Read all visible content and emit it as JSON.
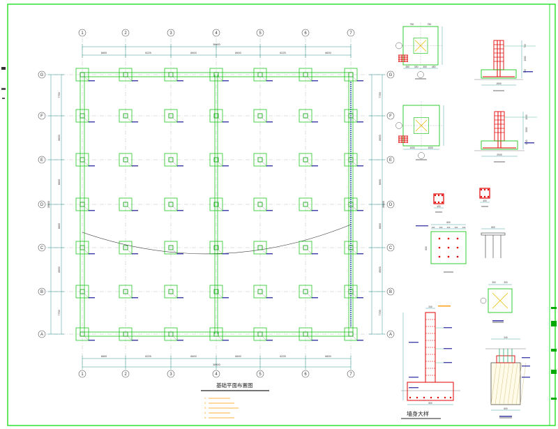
{
  "drawing": {
    "plan_title": "基础平面布置图",
    "detail_title": "墙身大样",
    "notes": [
      "1.",
      "2.",
      "3.",
      "4.",
      "5."
    ]
  },
  "axes": {
    "columns": [
      "1",
      "2",
      "3",
      "4",
      "5",
      "6",
      "7"
    ],
    "rows": [
      "G",
      "F",
      "E",
      "D",
      "C",
      "B",
      "A"
    ],
    "spans_top": [
      "6600",
      "6225",
      "6600",
      "6600",
      "6225",
      "6600"
    ],
    "total_top": "38400",
    "spans_left": [
      "7750",
      "6600",
      "6600",
      "6600",
      "6600",
      "7750"
    ],
    "total_left": "39600"
  },
  "details": {
    "d1_dims_top": [
      "750",
      "750"
    ],
    "d1_dims_bottom": [
      "450",
      "300",
      "300",
      "450"
    ],
    "d1_side_dims": [
      "750",
      "1500",
      "750"
    ],
    "d1_section_width": "1500",
    "d2_dims_bottom": [
      "1000",
      "1000"
    ],
    "d2_side_dims": [
      "1000",
      "2000",
      "1000"
    ],
    "d2_section_width": "2000",
    "col_small_dims": [
      "400",
      "400"
    ],
    "plate_dims": [
      "800",
      "100",
      "200",
      "200",
      "200",
      "100"
    ],
    "plate_side": [
      "600"
    ],
    "anchor_dims": [
      "300",
      "300"
    ],
    "wall_top": "240",
    "base_dims": [
      "240",
      "600"
    ]
  },
  "colors": {
    "frame": "#00dd00",
    "grid_line": "#00c000",
    "axis_bubble": "#555555",
    "dimension": "#007a7a",
    "rebar": "#e00000",
    "label": "#ff9900",
    "cross": "#e8c000",
    "text": "#222222"
  }
}
